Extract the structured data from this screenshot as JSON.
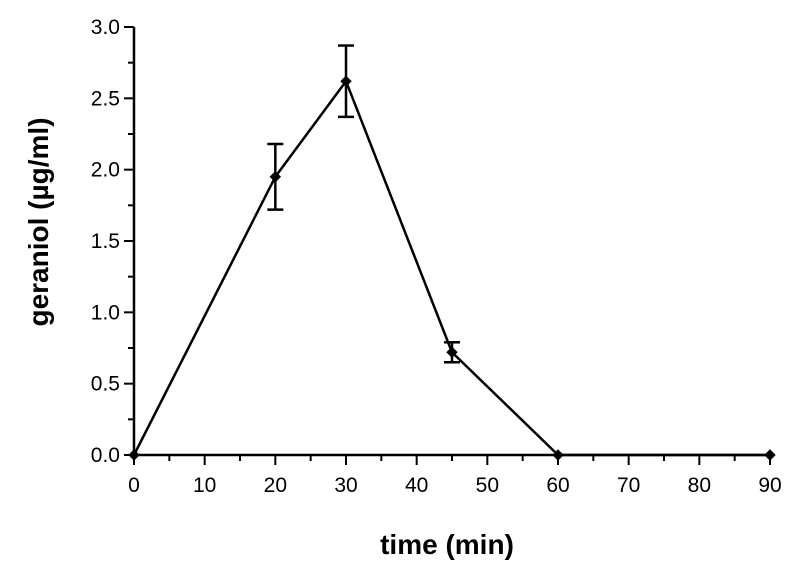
{
  "chart_data": {
    "type": "line",
    "title": "",
    "xlabel": "time (min)",
    "ylabel": "geraniol (µg/ml)",
    "xlim": [
      0,
      90
    ],
    "ylim": [
      0,
      3.0
    ],
    "x_ticks": [
      0,
      10,
      20,
      30,
      40,
      50,
      60,
      70,
      80,
      90
    ],
    "x_tick_labels": [
      "0",
      "10",
      "20",
      "30",
      "40",
      "50",
      "60",
      "70",
      "80",
      "90"
    ],
    "y_ticks": [
      0,
      0.5,
      1.0,
      1.5,
      2.0,
      2.5,
      3.0
    ],
    "y_tick_labels": [
      "0.0",
      "0.5",
      "1.0",
      "1.5",
      "2.0",
      "2.5",
      "3.0"
    ],
    "grid": false,
    "legend": "none",
    "series": [
      {
        "x": [
          0,
          20,
          30,
          45,
          60,
          90
        ],
        "y": [
          0.0,
          1.95,
          2.62,
          0.72,
          0.0,
          0.0
        ],
        "error": [
          0.0,
          0.23,
          0.25,
          0.07,
          0.0,
          0.0
        ],
        "color": "#000000"
      }
    ]
  }
}
